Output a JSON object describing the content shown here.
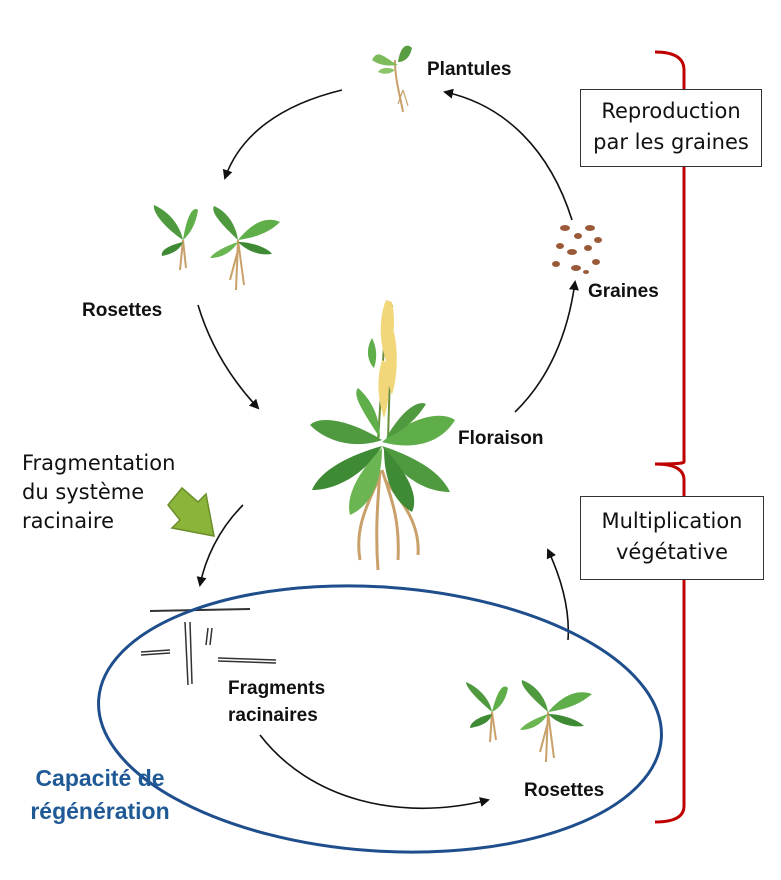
{
  "stages": {
    "plantules": "Plantules",
    "rosettes_top": "Rosettes",
    "graines": "Graines",
    "floraison": "Floraison",
    "fragments_line1": "Fragments",
    "fragments_line2": "racinaires",
    "rosettes_bottom": "Rosettes"
  },
  "fragmentation": {
    "line1": "Fragmentation",
    "line2": "du système",
    "line3": "racinaire"
  },
  "brackets": {
    "reproduction_line1": "Reproduction",
    "reproduction_line2": "par les graines",
    "multiplication_line1": "Multiplication",
    "multiplication_line2": "végétative"
  },
  "regeneration": {
    "line1": "Capacité de",
    "line2": "régénération"
  },
  "colors": {
    "bracket": "#c00000",
    "ellipse": "#1f4e8c",
    "regeneration_text": "#1f5a96",
    "green_arrow": "#8bb53a",
    "leaf": "#4f9a3f",
    "root": "#c9a06a",
    "flower": "#f2d77a",
    "seed": "#9a5a3a"
  }
}
